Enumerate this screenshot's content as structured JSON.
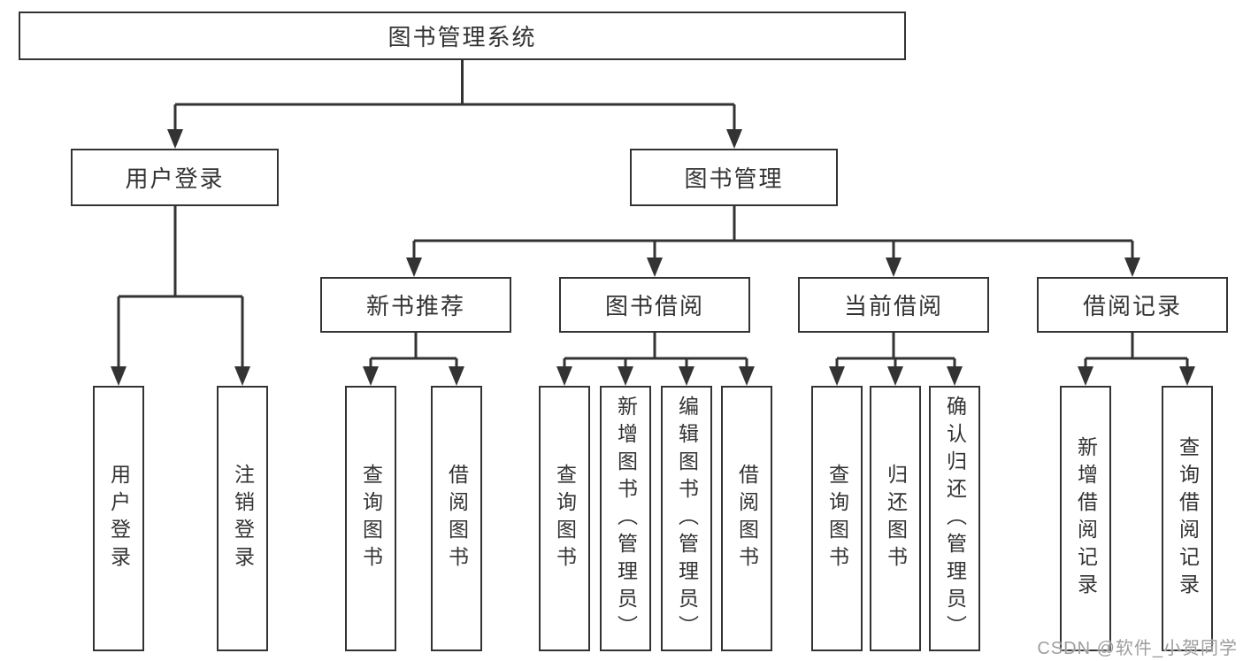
{
  "diagram_type": "hierarchy-tree",
  "colors": {
    "line": "#333333",
    "box_border": "#333333",
    "background": "#ffffff",
    "watermark": "#9e9e9e"
  },
  "tree": {
    "label": "图书管理系统",
    "children": [
      {
        "label": "用户登录",
        "children": [
          {
            "label": "用户登录"
          },
          {
            "label": "注销登录"
          }
        ]
      },
      {
        "label": "图书管理",
        "children": [
          {
            "label": "新书推荐",
            "children": [
              {
                "label": "查询图书"
              },
              {
                "label": "借阅图书"
              }
            ]
          },
          {
            "label": "图书借阅",
            "children": [
              {
                "label": "查询图书"
              },
              {
                "label": "新增图书（管理员）"
              },
              {
                "label": "编辑图书（管理员）"
              },
              {
                "label": "借阅图书"
              }
            ]
          },
          {
            "label": "当前借阅",
            "children": [
              {
                "label": "查询图书"
              },
              {
                "label": "归还图书"
              },
              {
                "label": "确认归还（管理员）"
              }
            ]
          },
          {
            "label": "借阅记录",
            "children": [
              {
                "label": "新增借阅记录"
              },
              {
                "label": "查询借阅记录"
              }
            ]
          }
        ]
      }
    ]
  },
  "watermark": {
    "text": "CSDN @软件_小贺同学"
  }
}
